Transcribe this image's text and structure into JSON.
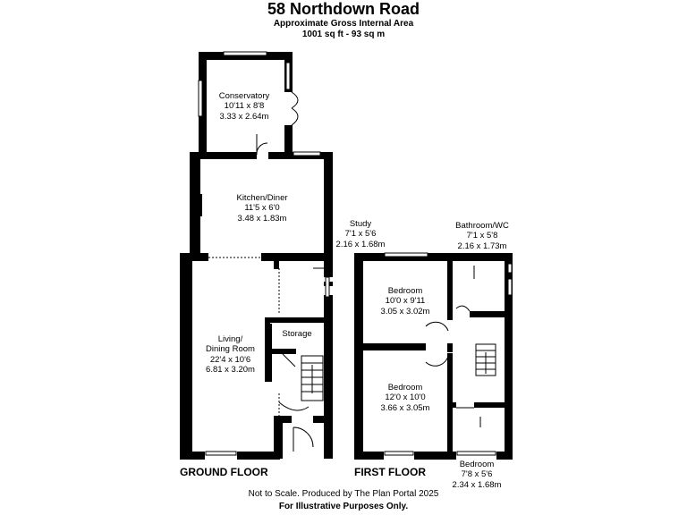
{
  "header": {
    "title": "58 Northdown Road",
    "subtitle": "Approximate Gross Internal Area",
    "area": "1001 sq ft - 93 sq m"
  },
  "rooms": {
    "conservatory": {
      "name": "Conservatory",
      "imperial": "10'11 x 8'8",
      "metric": "3.33 x 2.64m"
    },
    "kitchen": {
      "name": "Kitchen/Diner",
      "imperial": "11'5 x 6'0",
      "metric": "3.48 x 1.83m"
    },
    "study": {
      "name": "Study",
      "imperial": "7'1 x 5'6",
      "metric": "2.16 x 1.68m"
    },
    "living": {
      "name1": "Living/",
      "name2": "Dining Room",
      "imperial": "22'4 x 10'6",
      "metric": "6.81 x 3.20m"
    },
    "storage": {
      "name": "Storage"
    },
    "bathroom": {
      "name": "Bathroom/WC",
      "imperial": "7'1 x 5'8",
      "metric": "2.16 x 1.73m"
    },
    "bedroom1": {
      "name": "Bedroom",
      "imperial": "10'0 x 9'11",
      "metric": "3.05 x 3.02m"
    },
    "bedroom2": {
      "name": "Bedroom",
      "imperial": "12'0 x 10'0",
      "metric": "3.66 x 3.05m"
    },
    "bedroom3": {
      "name": "Bedroom",
      "imperial": "7'8 x 5'6",
      "metric": "2.34 x 1.68m"
    }
  },
  "floors": {
    "ground": "GROUND FLOOR",
    "first": "FIRST FLOOR"
  },
  "footer": {
    "line1": "Not to Scale. Produced by The Plan Portal 2025",
    "line2": "For Illustrative Purposes Only."
  }
}
